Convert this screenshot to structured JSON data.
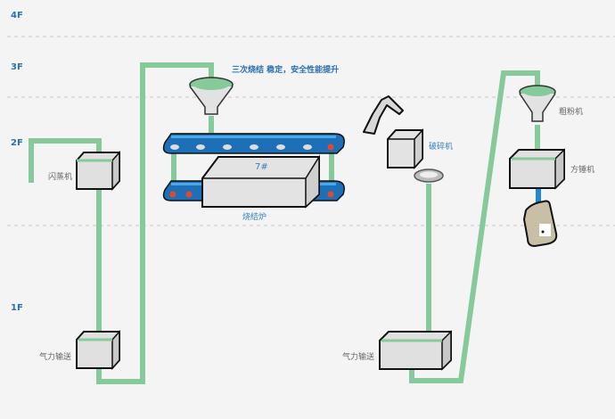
{
  "floors": [
    "4F",
    "3F",
    "2F",
    "1F"
  ],
  "headline": "三次烧结 稳定，安全性能提升",
  "equipment": {
    "flash_evaporator": "闪蒸机",
    "pneumatic_left": "气力输送",
    "furnace_label": "烧结炉",
    "furnace_number": "7#",
    "crusher": "破碎机",
    "pneumatic_right": "气力输送",
    "coarse_powder": "粗粉机",
    "square_hammer": "方锤机"
  },
  "colors": {
    "pipe": "#86c99a",
    "floor_label": "#2a6fb0",
    "conveyor": "#1d6fb8",
    "roller_hot": "#e04a2a",
    "bag_outlet": "#1e88d8"
  }
}
